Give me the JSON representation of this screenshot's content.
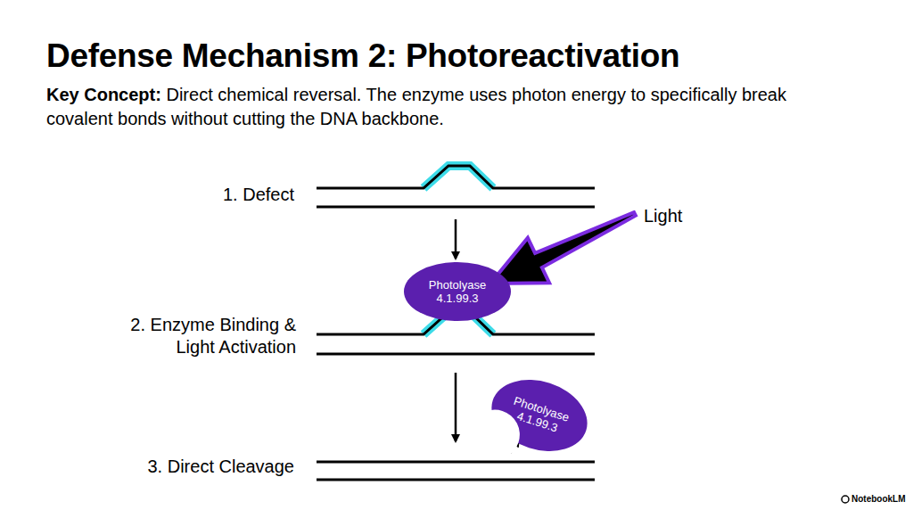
{
  "diagram": {
    "title": "Defense Mechanism 2: Photoreactivation",
    "nodes": [
      {
        "text": [
          "Photolyase 4.1.99.3"
        ]
      },
      {
        "text": [
          "Photolyase 4.1.99.3"
        ]
      }
    ],
    "labels": [
      "Key Concept:",
      "Direct chemical reversal. The enzyme uses photon energy to specifically break covalent bonds without cutting the DNA backbone.",
      "1. Defect",
      "2. Enzyme Binding & Light Activation",
      "3. Direct Cleavage",
      "Light",
      "NotebookLM"
    ]
  }
}
